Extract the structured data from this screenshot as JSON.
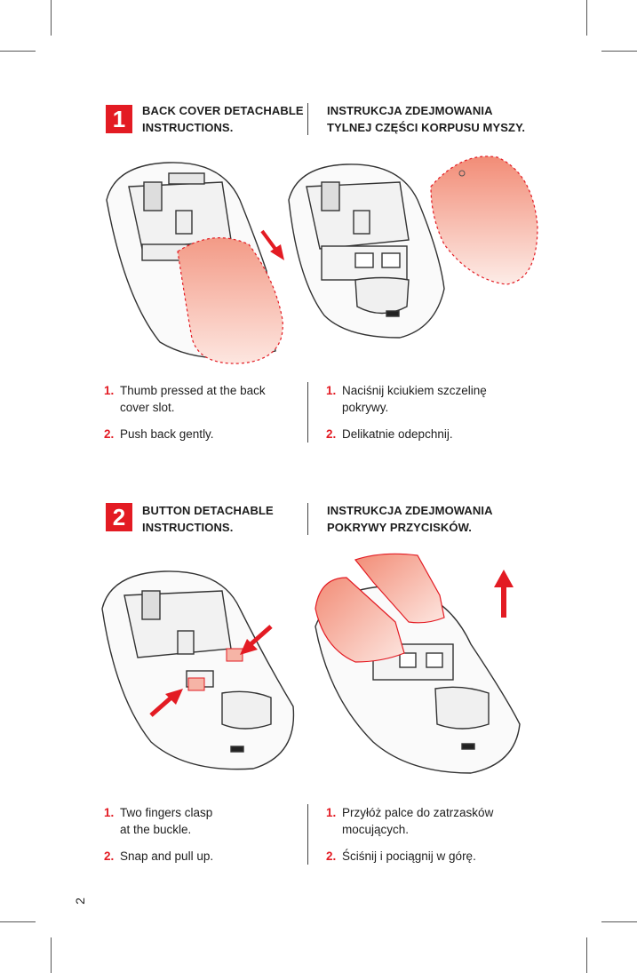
{
  "colors": {
    "accent": "#e31b23",
    "text": "#1d1d1d"
  },
  "sections": [
    {
      "number": "1",
      "heading_en": [
        "BACK COVER DETACHABLE",
        "INSTRUCTIONS."
      ],
      "heading_pl": [
        "INSTRUKCJA ZDEJMOWANIA",
        "TYLNEJ CZĘŚCI KORPUSU MYSZY."
      ],
      "steps_en": [
        {
          "num": "1.",
          "lines": [
            "Thumb pressed at the back",
            "cover slot."
          ]
        },
        {
          "num": "2.",
          "lines": [
            "Push back gently."
          ]
        }
      ],
      "steps_pl": [
        {
          "num": "1.",
          "lines": [
            "Naciśnij kciukiem szczelinę",
            "pokrywy."
          ]
        },
        {
          "num": "2.",
          "lines": [
            "Delikatnie odepchnij."
          ]
        }
      ]
    },
    {
      "number": "2",
      "heading_en": [
        "BUTTON DETACHABLE",
        "INSTRUCTIONS."
      ],
      "heading_pl": [
        "INSTRUKCJA ZDEJMOWANIA",
        "POKRYWY PRZYCISKÓW."
      ],
      "steps_en": [
        {
          "num": "1.",
          "lines": [
            "Two fingers clasp",
            "at the buckle."
          ]
        },
        {
          "num": "2.",
          "lines": [
            "Snap and pull up."
          ]
        }
      ],
      "steps_pl": [
        {
          "num": "1.",
          "lines": [
            "Przyłóż palce do zatrzasków",
            "mocujących."
          ]
        },
        {
          "num": "2.",
          "lines": [
            "Ściśnij i pociągnij w górę."
          ]
        }
      ]
    }
  ],
  "page_number": "2"
}
